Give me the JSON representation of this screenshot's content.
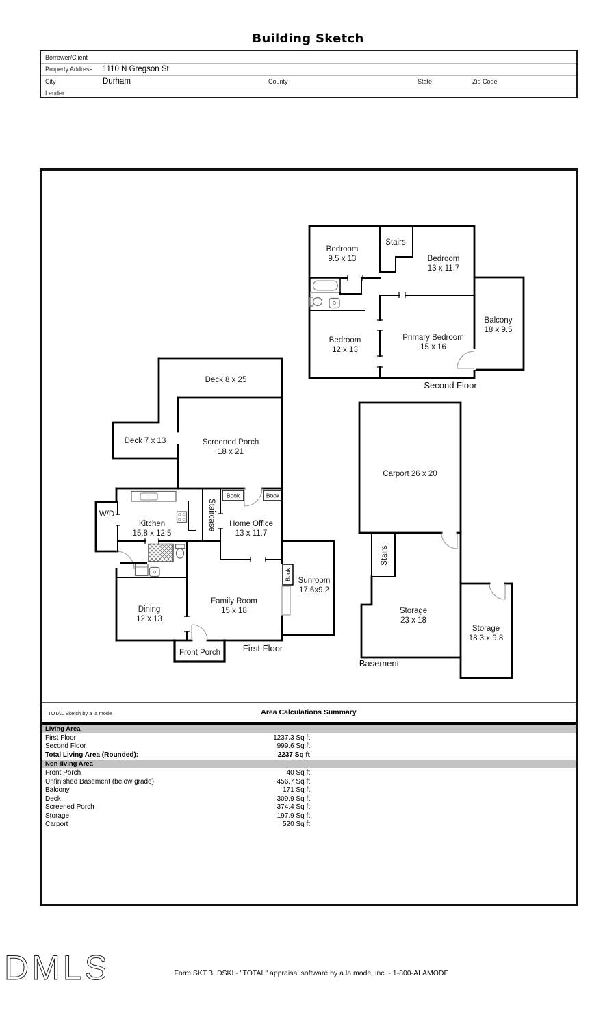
{
  "title": "Building Sketch",
  "form": {
    "borrower_label": "Borrower/Client",
    "property_label": "Property Address",
    "property_value": "1110 N Gregson St",
    "city_label": "City",
    "city_value": "Durham",
    "county_label": "County",
    "state_label": "State",
    "zip_label": "Zip Code",
    "lender_label": "Lender"
  },
  "sketch": {
    "second_floor": {
      "caption": "Second Floor",
      "bedroom_a": {
        "name": "Bedroom",
        "dims": "9.5 x 13"
      },
      "stairs": "Stairs",
      "bedroom_b": {
        "name": "Bedroom",
        "dims": "13 x 11.7"
      },
      "bedroom_c": {
        "name": "Bedroom",
        "dims": "12 x 13"
      },
      "primary_bedroom": {
        "name": "Primary Bedroom",
        "dims": "15 x 16"
      },
      "balcony": {
        "name": "Balcony",
        "dims": "18 x 9.5"
      }
    },
    "first_floor": {
      "caption": "First Floor",
      "deck_top": "Deck 8 x 25",
      "deck_left": "Deck 7 x 13",
      "screened_porch": {
        "name": "Screened Porch",
        "dims": "18 x 21"
      },
      "wd": "W/D",
      "kitchen": {
        "name": "Kitchen",
        "dims": "15.8 x 12.5"
      },
      "staircase": "Staircase",
      "book": "Book",
      "home_office": {
        "name": "Home Office",
        "dims": "13 x 11.7"
      },
      "dining": {
        "name": "Dining",
        "dims": "12 x 13"
      },
      "family_room": {
        "name": "Family Room",
        "dims": "15 x 18"
      },
      "sunroom": {
        "name": "Sunroom",
        "dims": "17.6x9.2"
      },
      "front_porch": "Front Porch"
    },
    "basement": {
      "caption": "Basement",
      "carport": "Carport 26 x 20",
      "stairs": "Stairs",
      "storage_main": {
        "name": "Storage",
        "dims": "23 x 18"
      },
      "storage_side": {
        "name": "Storage",
        "dims": "18.3 x 9.8"
      }
    }
  },
  "summary": {
    "brand": "TOTAL Sketch by a la mode",
    "heading": "Area Calculations Summary",
    "living": {
      "header": "Living Area",
      "rows": [
        {
          "label": "First Floor",
          "value": "1237.3 Sq ft"
        },
        {
          "label": "Second Floor",
          "value": "999.6 Sq ft"
        }
      ],
      "total": {
        "label": "Total Living Area (Rounded):",
        "value": "2237 Sq ft"
      }
    },
    "nonliving": {
      "header": "Non-living Area",
      "rows": [
        {
          "label": "Front Porch",
          "value": "40 Sq ft"
        },
        {
          "label": "Unfinished Basement (below grade)",
          "value": "456.7 Sq ft"
        },
        {
          "label": "Balcony",
          "value": "171 Sq ft"
        },
        {
          "label": "Deck",
          "value": "309.9 Sq ft"
        },
        {
          "label": "Screened Porch",
          "value": "374.4 Sq ft"
        },
        {
          "label": "Storage",
          "value": "197.9 Sq ft"
        },
        {
          "label": "Carport",
          "value": "520 Sq ft"
        }
      ]
    }
  },
  "footer": {
    "logo": "DMLS",
    "text": "Form SKT.BLDSKI - \"TOTAL\" appraisal software by a la mode, inc. - 1-800-ALAMODE"
  }
}
